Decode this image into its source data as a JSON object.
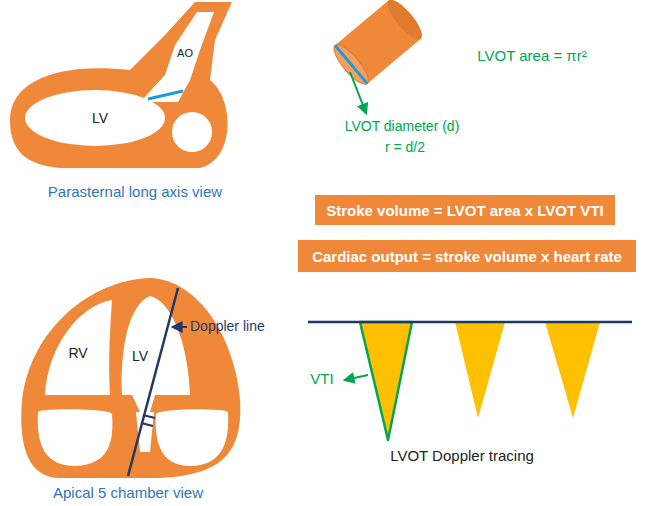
{
  "diagram": {
    "nodes": [
      {
        "text": [
          "Stroke volume = LVOT area x LVOT VTI"
        ]
      },
      {
        "text": [
          "Cardiac output = stroke volume x heart rate"
        ]
      }
    ],
    "labels": [
      "AO",
      "LV",
      "Parasternal long axis view",
      "LVOT diameter (d)",
      "r = d/2",
      "LVOT area = πr²",
      "RV",
      "LV",
      "Doppler line",
      "Apical 5 chamber view",
      "VTI",
      "LVOT Doppler tracing"
    ]
  }
}
